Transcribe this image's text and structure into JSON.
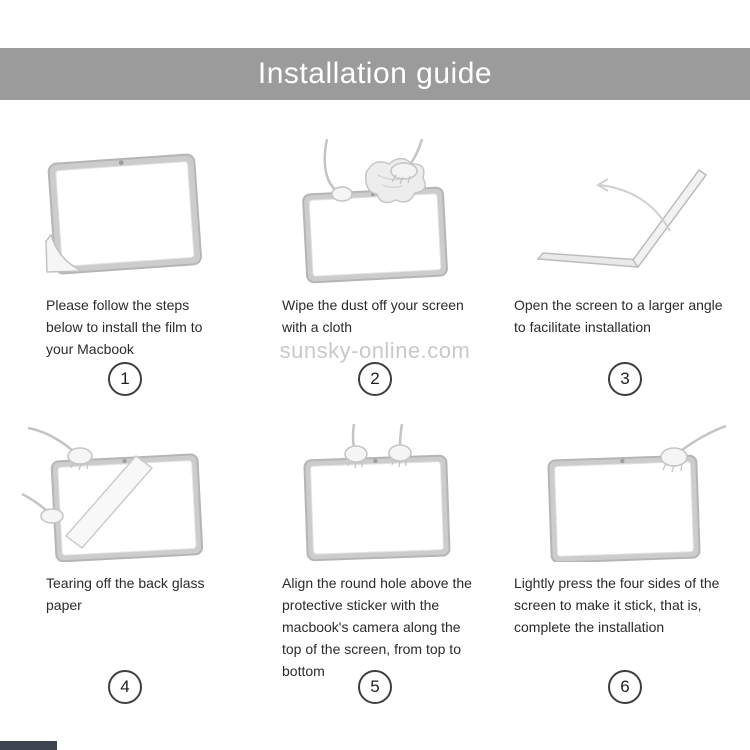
{
  "header": {
    "title": "Installation guide"
  },
  "watermark": {
    "text": "sunsky-online.com"
  },
  "steps": [
    {
      "number": "1",
      "text": "Please follow the steps below to install the film to your Macbook"
    },
    {
      "number": "2",
      "text": "Wipe the dust off your screen with a cloth"
    },
    {
      "number": "3",
      "text": "Open the screen to a larger angle to facilitate installation"
    },
    {
      "number": "4",
      "text": "Tearing off the back glass paper"
    },
    {
      "number": "5",
      "text": "Align the round hole above the protective sticker with the macbook's camera along the top of the screen, from top to bottom"
    },
    {
      "number": "6",
      "text": "Lightly press the four sides of the screen to make it stick, that is, complete the installation"
    }
  ]
}
